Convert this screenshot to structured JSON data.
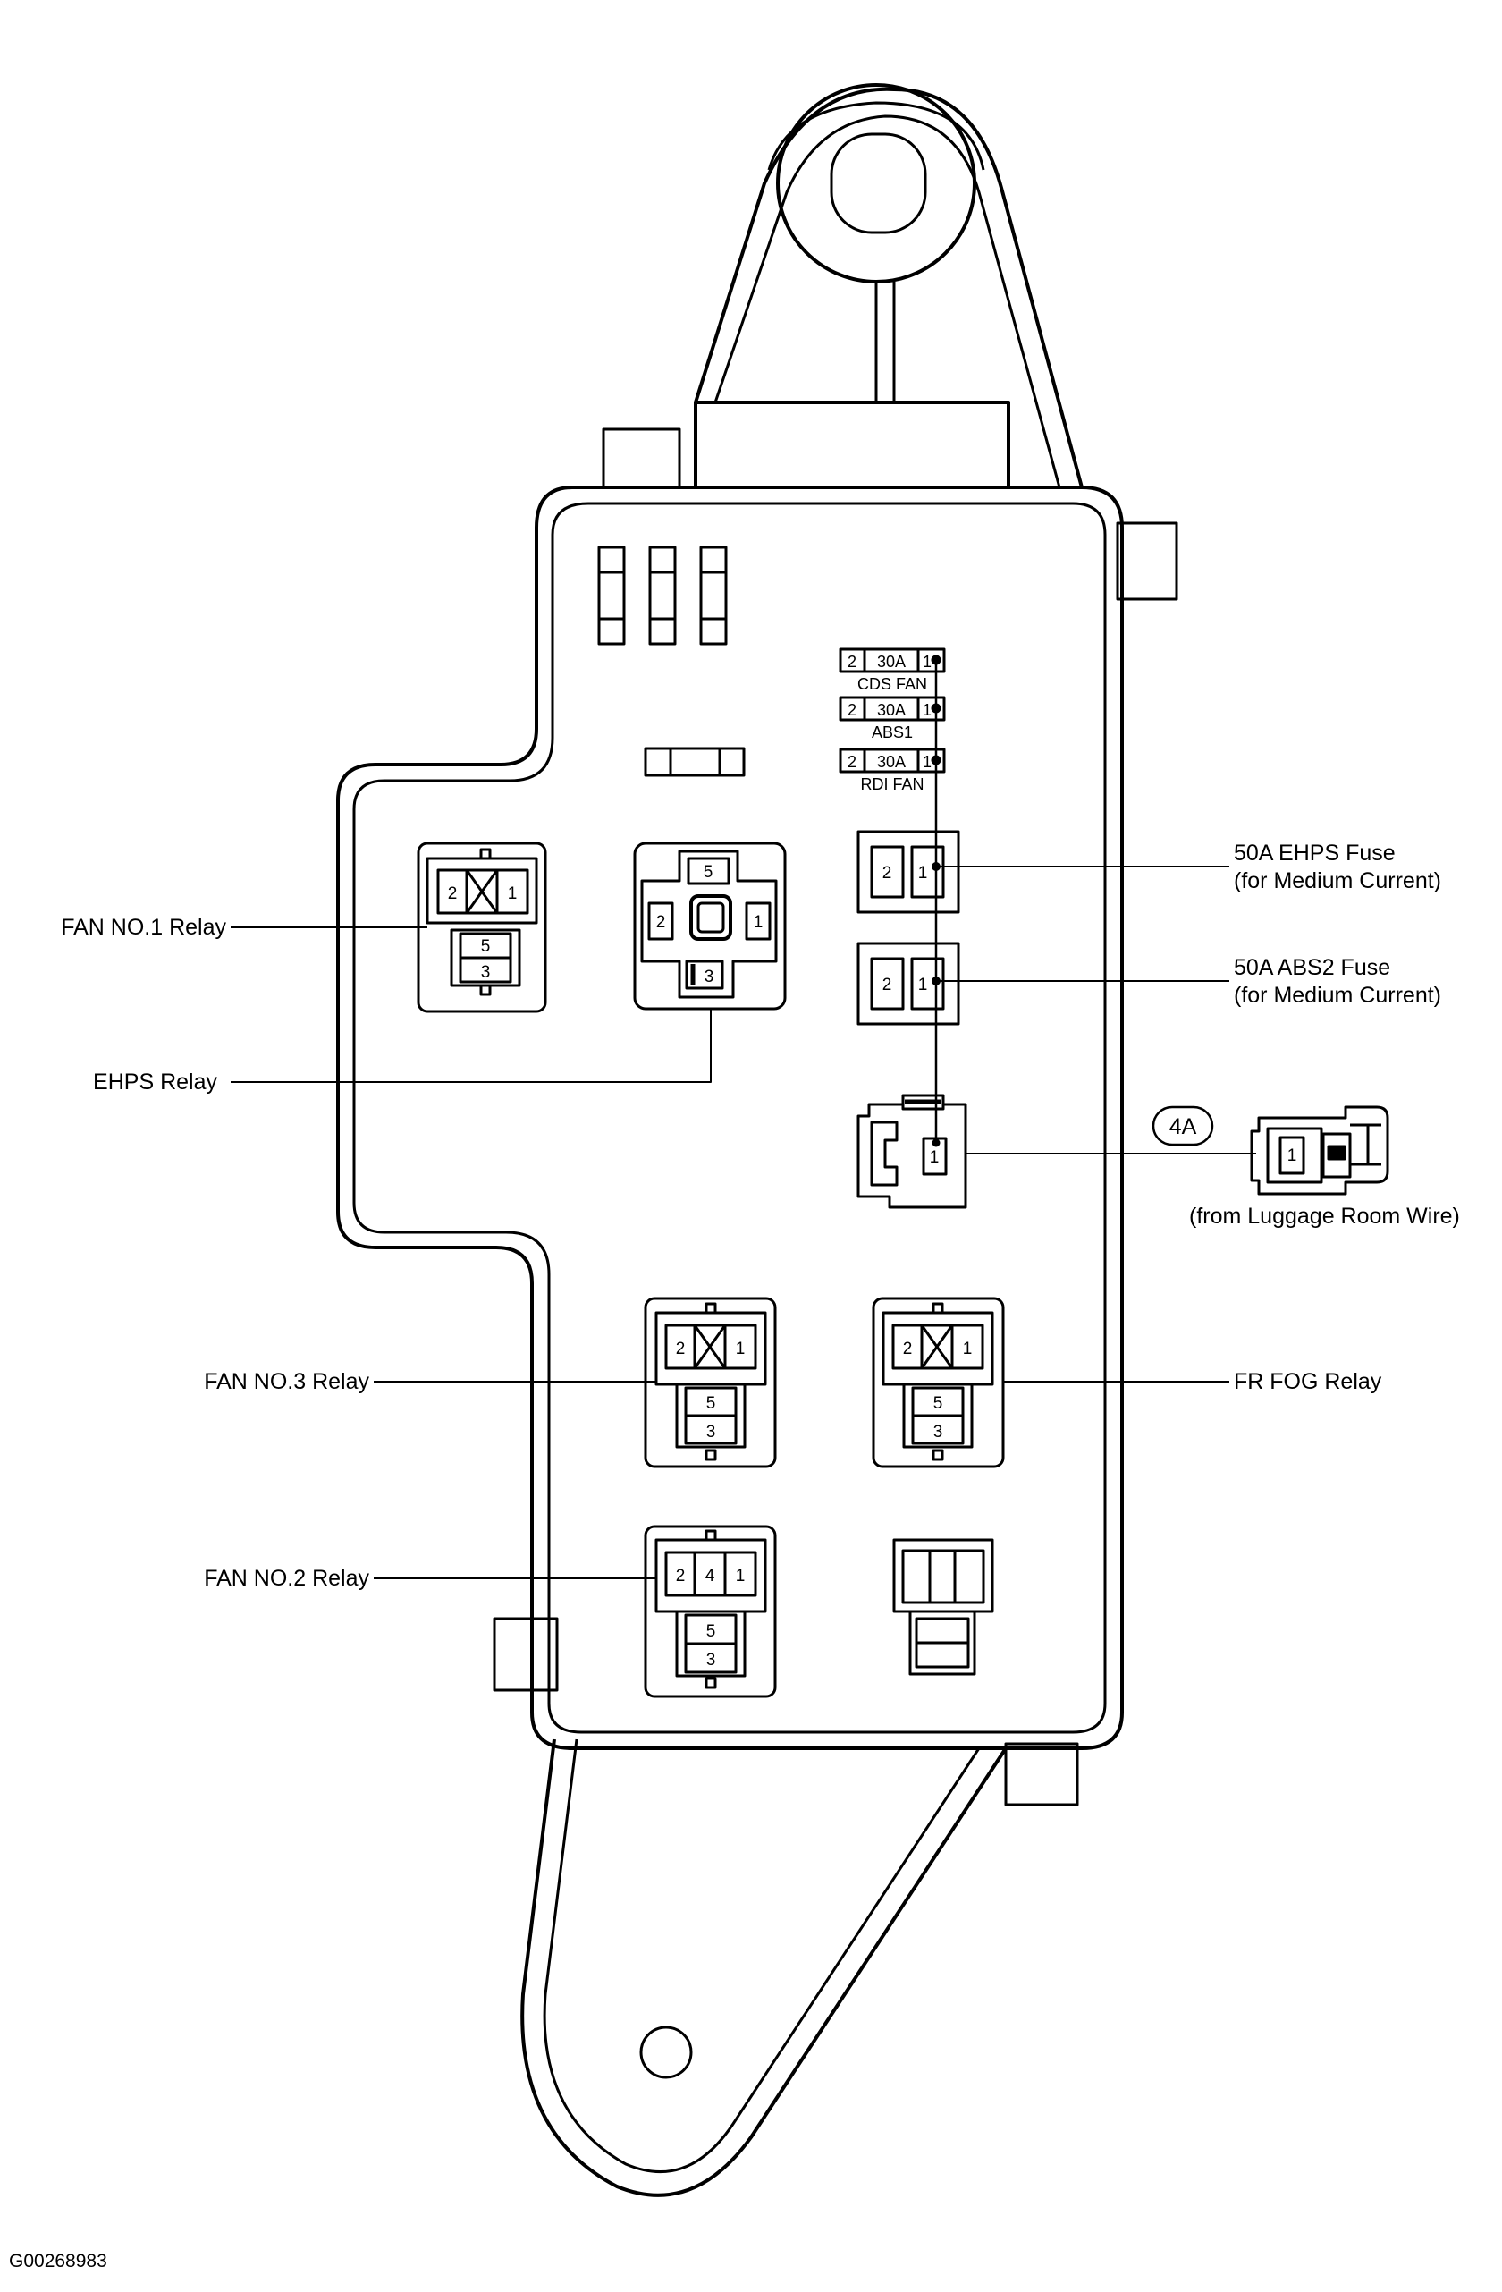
{
  "figure_id": "G00268983",
  "labels": {
    "fan1_relay": "FAN NO.1 Relay",
    "ehps_relay": "EHPS Relay",
    "fan3_relay": "FAN NO.3 Relay",
    "fan2_relay": "FAN NO.2 Relay",
    "ehps_fuse_line1": "50A EHPS Fuse",
    "ehps_fuse_line2": "(for Medium Current)",
    "abs2_fuse_line1": "50A ABS2 Fuse",
    "abs2_fuse_line2": "(for Medium Current)",
    "connector_code": "4A",
    "connector_caption": "(from Luggage Room Wire)",
    "fr_fog_relay": "FR FOG Relay"
  },
  "small_fuses": [
    {
      "pin_left": "2",
      "rating": "30A",
      "pin_right": "1",
      "name": "CDS FAN"
    },
    {
      "pin_left": "2",
      "rating": "30A",
      "pin_right": "1",
      "name": "ABS1"
    },
    {
      "pin_left": "2",
      "rating": "30A",
      "pin_right": "1",
      "name": "RDI FAN"
    }
  ],
  "pins": {
    "one": "1",
    "two": "2",
    "three": "3",
    "four": "4",
    "five": "5"
  }
}
